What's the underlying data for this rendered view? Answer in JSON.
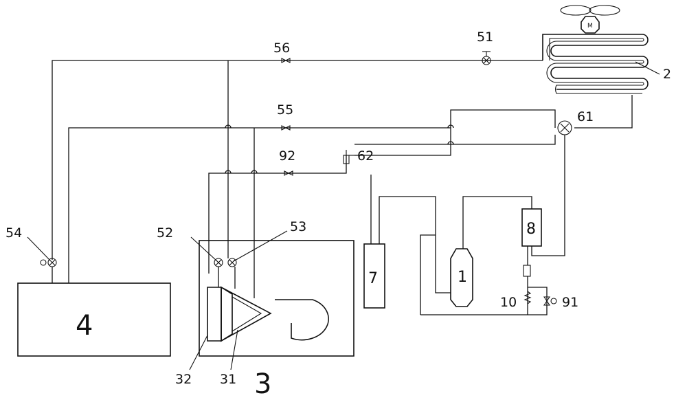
{
  "labels": {
    "l2": "2",
    "l51": "51",
    "l56": "56",
    "l55": "55",
    "l61": "61",
    "l92": "92",
    "l62": "62",
    "l54": "54",
    "l52": "52",
    "l53": "53",
    "l4": "4",
    "l7": "7",
    "l1": "1",
    "l8": "8",
    "l10": "10",
    "l91": "91",
    "l32": "32",
    "l31": "31",
    "l3": "3"
  },
  "icons": {
    "motor": "M"
  }
}
